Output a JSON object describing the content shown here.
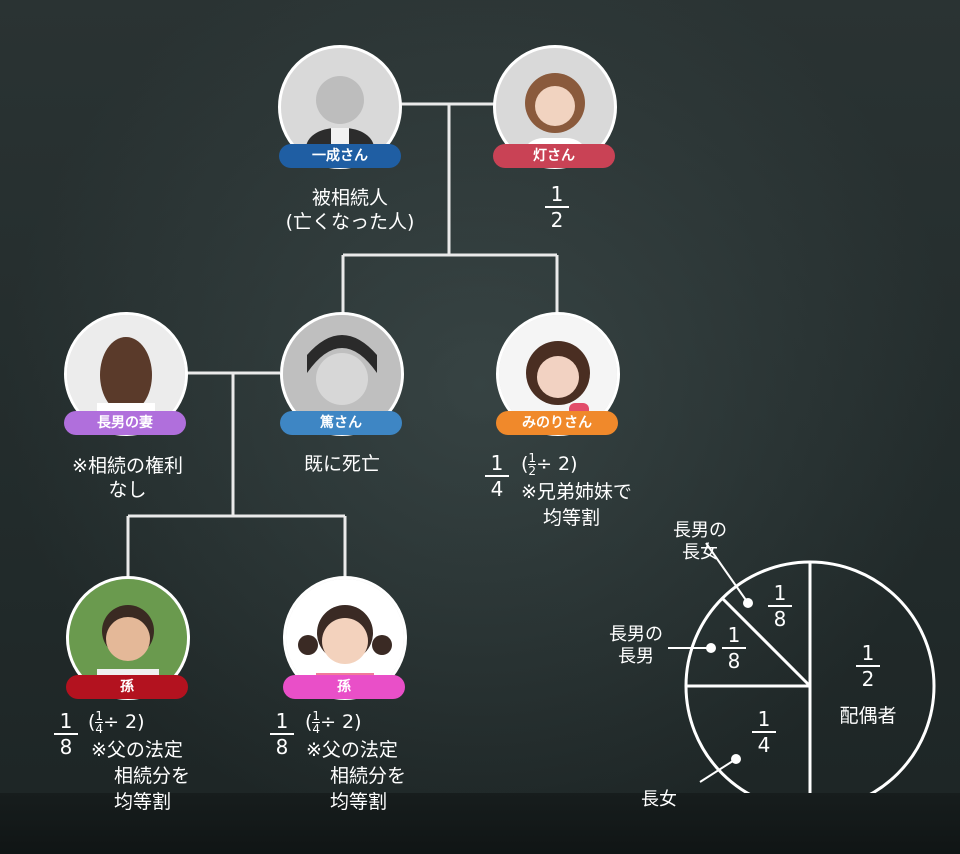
{
  "people": {
    "kazunari": {
      "name": "一成さん",
      "role_line1": "被相続人",
      "role_line2": "(亡くなった人)",
      "badge_color": "#1f5ea3"
    },
    "akari": {
      "name": "灯さん",
      "share_num": "1",
      "share_den": "2",
      "badge_color": "#c94255"
    },
    "wife": {
      "name": "長男の妻",
      "note_line1": "※相続の権利",
      "note_line2": "なし",
      "badge_color": "#b06fdc"
    },
    "atsushi": {
      "name": "篤さん",
      "note": "既に死亡",
      "badge_color": "#3e86c4"
    },
    "minori": {
      "name": "みのりさん",
      "share_num": "1",
      "share_den": "4",
      "calc_open": "(",
      "calc_num": "1",
      "calc_den": "2",
      "calc_rest": "÷ 2)",
      "note_line1": "※兄弟姉妹で",
      "note_line2": "均等割",
      "badge_color": "#f0892b"
    },
    "grandson": {
      "name": "孫",
      "share_num": "1",
      "share_den": "8",
      "calc_open": "(",
      "calc_num": "1",
      "calc_den": "4",
      "calc_rest": "÷ 2)",
      "note_line1": "※父の法定",
      "note_line2": "相続分を",
      "note_line3": "均等割",
      "badge_color": "#b3121f"
    },
    "granddaughter": {
      "name": "孫",
      "share_num": "1",
      "share_den": "8",
      "calc_open": "(",
      "calc_num": "1",
      "calc_den": "4",
      "calc_rest": "÷ 2)",
      "note_line1": "※父の法定",
      "note_line2": "相続分を",
      "note_line3": "均等割",
      "badge_color": "#e94fc8"
    }
  },
  "pie": {
    "slices": [
      {
        "share_num": "1",
        "share_den": "8",
        "callout_line1": "長男の",
        "callout_line2": "長女"
      },
      {
        "share_num": "1",
        "share_den": "8",
        "callout_line1": "長男の",
        "callout_line2": "長男"
      },
      {
        "share_num": "1",
        "share_den": "4",
        "callout_line1": "長女"
      },
      {
        "share_num": "1",
        "share_den": "2",
        "label": "配偶者"
      }
    ]
  },
  "colors": {
    "background": "#222b2b",
    "chalk": "#ffffff"
  }
}
